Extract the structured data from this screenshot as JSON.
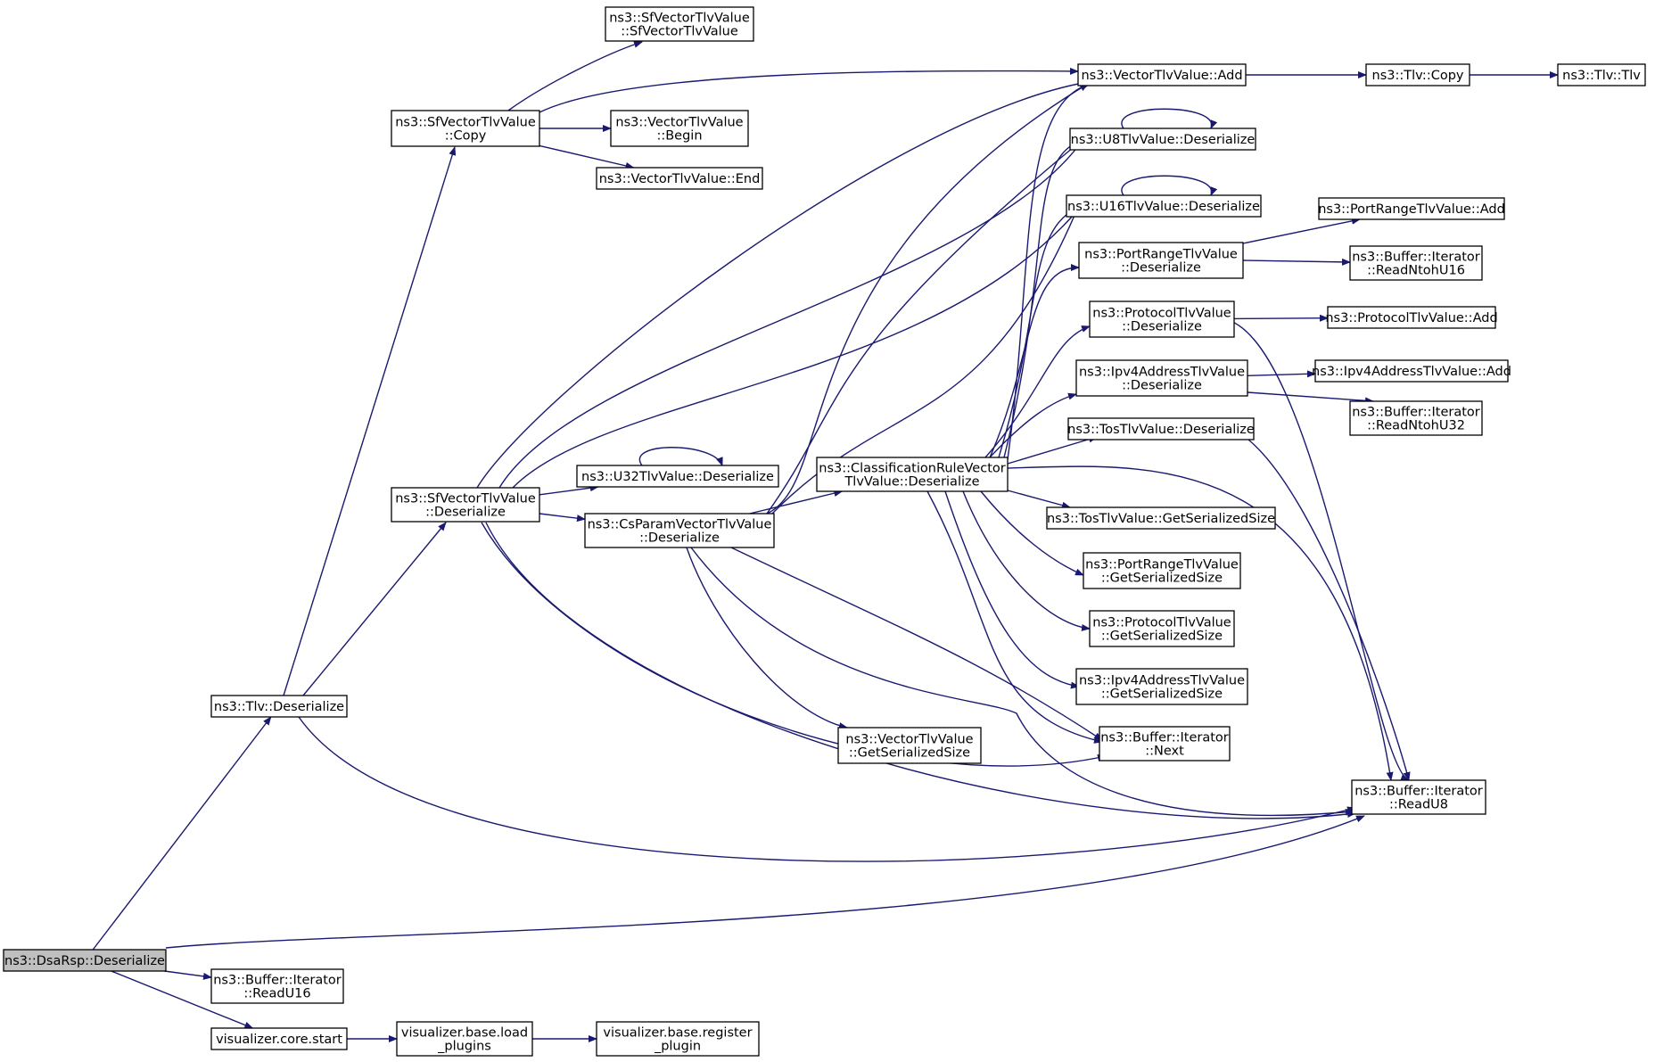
{
  "nodes": [
    {
      "id": "dsarsp",
      "lines": [
        "ns3::DsaRsp::Deserialize"
      ],
      "root": true
    },
    {
      "id": "tlv_deser",
      "lines": [
        "ns3::Tlv::Deserialize"
      ]
    },
    {
      "id": "readu16",
      "lines": [
        "ns3::Buffer::Iterator",
        "::ReadU16"
      ]
    },
    {
      "id": "viz_start",
      "lines": [
        "visualizer.core.start"
      ]
    },
    {
      "id": "load_plugins",
      "lines": [
        "visualizer.base.load",
        "_plugins"
      ]
    },
    {
      "id": "reg_plugin",
      "lines": [
        "visualizer.base.register",
        "_plugin"
      ]
    },
    {
      "id": "sf_copy",
      "lines": [
        "ns3::SfVectorTlvValue",
        "::Copy"
      ]
    },
    {
      "id": "sf_deser",
      "lines": [
        "ns3::SfVectorTlvValue",
        "::Deserialize"
      ]
    },
    {
      "id": "sf_ctor",
      "lines": [
        "ns3::SfVectorTlvValue",
        "::SfVectorTlvValue"
      ]
    },
    {
      "id": "vt_begin",
      "lines": [
        "ns3::VectorTlvValue",
        "::Begin"
      ]
    },
    {
      "id": "vt_end",
      "lines": [
        "ns3::VectorTlvValue::End"
      ]
    },
    {
      "id": "u32_deser",
      "lines": [
        "ns3::U32TlvValue::Deserialize"
      ]
    },
    {
      "id": "cs_deser",
      "lines": [
        "ns3::CsParamVectorTlvValue",
        "::Deserialize"
      ]
    },
    {
      "id": "vt_getsize",
      "lines": [
        "ns3::VectorTlvValue",
        "::GetSerializedSize"
      ]
    },
    {
      "id": "cr_deser",
      "lines": [
        "ns3::ClassificationRuleVector",
        "TlvValue::Deserialize"
      ]
    },
    {
      "id": "vt_add",
      "lines": [
        "ns3::VectorTlvValue::Add"
      ]
    },
    {
      "id": "u8_deser",
      "lines": [
        "ns3::U8TlvValue::Deserialize"
      ]
    },
    {
      "id": "u16_deser",
      "lines": [
        "ns3::U16TlvValue::Deserialize"
      ]
    },
    {
      "id": "pr_deser",
      "lines": [
        "ns3::PortRangeTlvValue",
        "::Deserialize"
      ]
    },
    {
      "id": "proto_deser",
      "lines": [
        "ns3::ProtocolTlvValue",
        "::Deserialize"
      ]
    },
    {
      "id": "ipv4_deser",
      "lines": [
        "ns3::Ipv4AddressTlvValue",
        "::Deserialize"
      ]
    },
    {
      "id": "tos_deser",
      "lines": [
        "ns3::TosTlvValue::Deserialize"
      ]
    },
    {
      "id": "tos_size",
      "lines": [
        "ns3::TosTlvValue::GetSerializedSize"
      ]
    },
    {
      "id": "pr_size",
      "lines": [
        "ns3::PortRangeTlvValue",
        "::GetSerializedSize"
      ]
    },
    {
      "id": "proto_size",
      "lines": [
        "ns3::ProtocolTlvValue",
        "::GetSerializedSize"
      ]
    },
    {
      "id": "ipv4_size",
      "lines": [
        "ns3::Ipv4AddressTlvValue",
        "::GetSerializedSize"
      ]
    },
    {
      "id": "next",
      "lines": [
        "ns3::Buffer::Iterator",
        "::Next"
      ]
    },
    {
      "id": "readu8",
      "lines": [
        "ns3::Buffer::Iterator",
        "::ReadU8"
      ]
    },
    {
      "id": "tlv_copy",
      "lines": [
        "ns3::Tlv::Copy"
      ]
    },
    {
      "id": "tlv_ctor",
      "lines": [
        "ns3::Tlv::Tlv"
      ]
    },
    {
      "id": "pr_add",
      "lines": [
        "ns3::PortRangeTlvValue::Add"
      ]
    },
    {
      "id": "ntohu16",
      "lines": [
        "ns3::Buffer::Iterator",
        "::ReadNtohU16"
      ]
    },
    {
      "id": "proto_add",
      "lines": [
        "ns3::ProtocolTlvValue::Add"
      ]
    },
    {
      "id": "ipv4_add",
      "lines": [
        "ns3::Ipv4AddressTlvValue::Add"
      ]
    },
    {
      "id": "ntohu32",
      "lines": [
        "ns3::Buffer::Iterator",
        "::ReadNtohU32"
      ]
    }
  ],
  "edges": [
    [
      "dsarsp",
      "tlv_deser"
    ],
    [
      "dsarsp",
      "readu16"
    ],
    [
      "dsarsp",
      "viz_start"
    ],
    [
      "dsarsp",
      "readu8"
    ],
    [
      "viz_start",
      "load_plugins"
    ],
    [
      "load_plugins",
      "reg_plugin"
    ],
    [
      "tlv_deser",
      "sf_copy"
    ],
    [
      "tlv_deser",
      "sf_deser"
    ],
    [
      "tlv_deser",
      "readu8"
    ],
    [
      "sf_copy",
      "sf_ctor"
    ],
    [
      "sf_copy",
      "vt_add"
    ],
    [
      "sf_copy",
      "vt_begin"
    ],
    [
      "sf_copy",
      "vt_end"
    ],
    [
      "sf_deser",
      "u32_deser"
    ],
    [
      "sf_deser",
      "cs_deser"
    ],
    [
      "sf_deser",
      "vt_add"
    ],
    [
      "sf_deser",
      "u8_deser"
    ],
    [
      "sf_deser",
      "u16_deser"
    ],
    [
      "sf_deser",
      "next"
    ],
    [
      "sf_deser",
      "readu8"
    ],
    [
      "u32_deser",
      "u32_deser"
    ],
    [
      "cs_deser",
      "cr_deser"
    ],
    [
      "cs_deser",
      "vt_add"
    ],
    [
      "cs_deser",
      "u8_deser"
    ],
    [
      "cs_deser",
      "u16_deser"
    ],
    [
      "cs_deser",
      "vt_getsize"
    ],
    [
      "cs_deser",
      "next"
    ],
    [
      "cs_deser",
      "readu8"
    ],
    [
      "cr_deser",
      "vt_add"
    ],
    [
      "cr_deser",
      "u8_deser"
    ],
    [
      "cr_deser",
      "u16_deser"
    ],
    [
      "cr_deser",
      "pr_deser"
    ],
    [
      "cr_deser",
      "proto_deser"
    ],
    [
      "cr_deser",
      "ipv4_deser"
    ],
    [
      "cr_deser",
      "tos_deser"
    ],
    [
      "cr_deser",
      "tos_size"
    ],
    [
      "cr_deser",
      "pr_size"
    ],
    [
      "cr_deser",
      "proto_size"
    ],
    [
      "cr_deser",
      "ipv4_size"
    ],
    [
      "cr_deser",
      "next"
    ],
    [
      "cr_deser",
      "readu8"
    ],
    [
      "vt_add",
      "tlv_copy"
    ],
    [
      "tlv_copy",
      "tlv_ctor"
    ],
    [
      "u8_deser",
      "u8_deser"
    ],
    [
      "u16_deser",
      "u16_deser"
    ],
    [
      "pr_deser",
      "pr_add"
    ],
    [
      "pr_deser",
      "ntohu16"
    ],
    [
      "proto_deser",
      "proto_add"
    ],
    [
      "proto_deser",
      "readu8"
    ],
    [
      "ipv4_deser",
      "ipv4_add"
    ],
    [
      "ipv4_deser",
      "ntohu32"
    ],
    [
      "tos_deser",
      "readu8"
    ]
  ],
  "colors": {
    "edge": "#191970",
    "root_fill": "#bfbfbf",
    "node_fill": "#ffffff",
    "node_stroke": "#000000"
  }
}
